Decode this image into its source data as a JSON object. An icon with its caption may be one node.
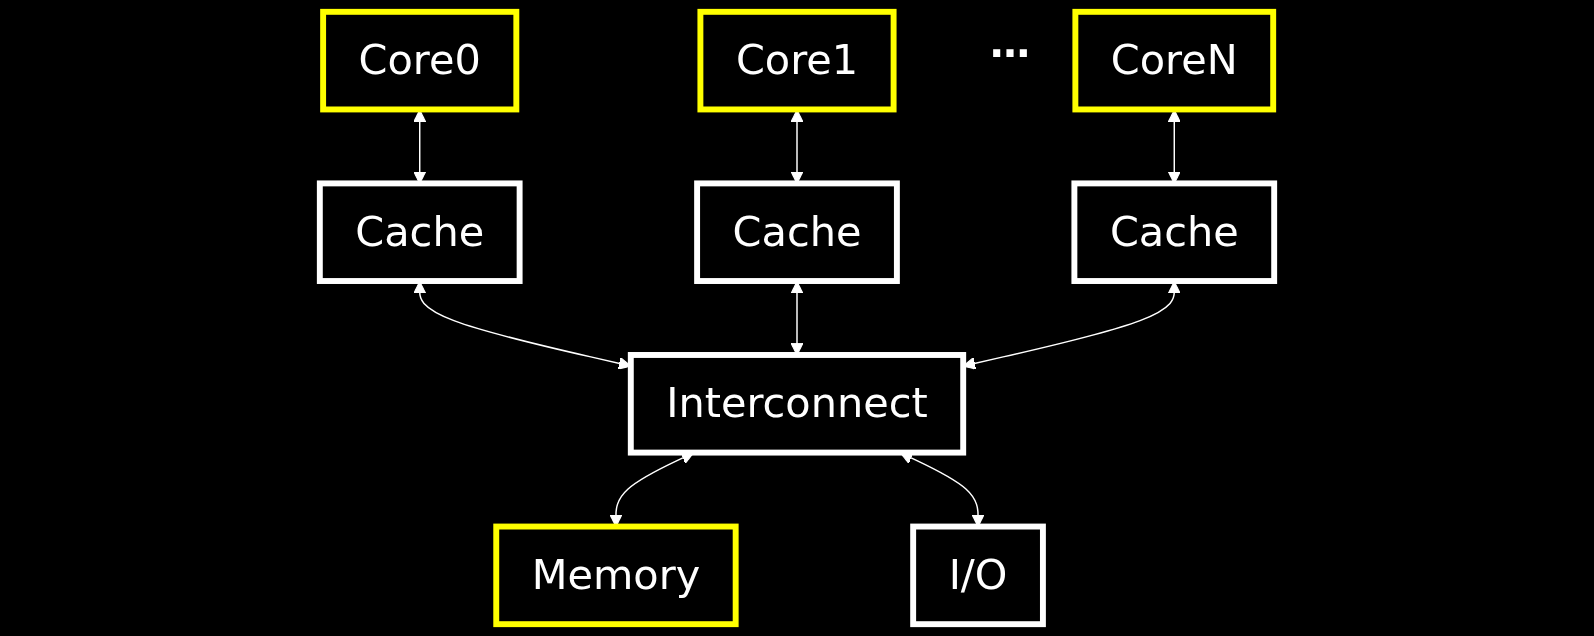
{
  "diagram": {
    "nodes": [
      {
        "text": [
          "Core0"
        ]
      },
      {
        "text": [
          "Core1"
        ]
      },
      {
        "text": [
          "CoreN"
        ]
      },
      {
        "text": [
          "Cache"
        ]
      },
      {
        "text": [
          "Cache"
        ]
      },
      {
        "text": [
          "Cache"
        ]
      },
      {
        "text": [
          "Interconnect"
        ]
      },
      {
        "text": [
          "Memory"
        ]
      },
      {
        "text": [
          "I/O"
        ]
      }
    ],
    "edges": [
      {
        "from": 0,
        "to": 3,
        "arrow": "both"
      },
      {
        "from": 1,
        "to": 4,
        "arrow": "both"
      },
      {
        "from": 2,
        "to": 5,
        "arrow": "both"
      },
      {
        "from": 3,
        "to": 6,
        "arrow": "both"
      },
      {
        "from": 4,
        "to": 6,
        "arrow": "both"
      },
      {
        "from": 5,
        "to": 6,
        "arrow": "both"
      },
      {
        "from": 6,
        "to": 7,
        "arrow": "both"
      },
      {
        "from": 6,
        "to": 8,
        "arrow": "both"
      }
    ],
    "labels": [
      "…"
    ]
  }
}
